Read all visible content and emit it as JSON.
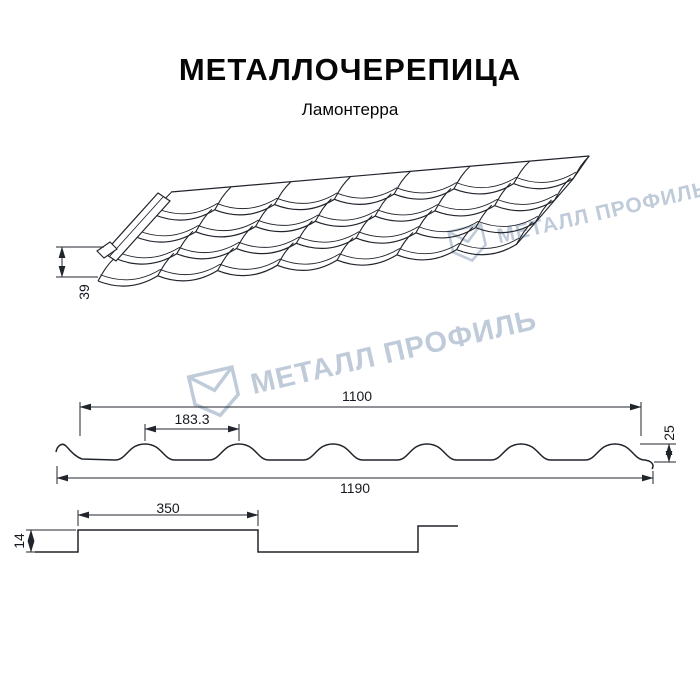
{
  "header": {
    "title": "МЕТАЛЛОЧЕРЕПИЦА",
    "subtitle": "Ламонтерра"
  },
  "watermark": {
    "brand_text": "МЕТАЛЛ ПРОФИЛЬ",
    "color": "#b6c2d4",
    "logo_icon": "brand-pentagon-logo"
  },
  "drawing": {
    "line_color": "#20242b",
    "figures": [
      "perspective-roof-view",
      "cross-section-profile",
      "longitudinal-step-profile"
    ]
  },
  "dimensions_mm": {
    "perspective_step_height": "39",
    "cover_width": "1100",
    "wave_pitch": "183.3",
    "profile_height": "25",
    "overall_width": "1190",
    "module_length": "350",
    "step_height": "14"
  }
}
